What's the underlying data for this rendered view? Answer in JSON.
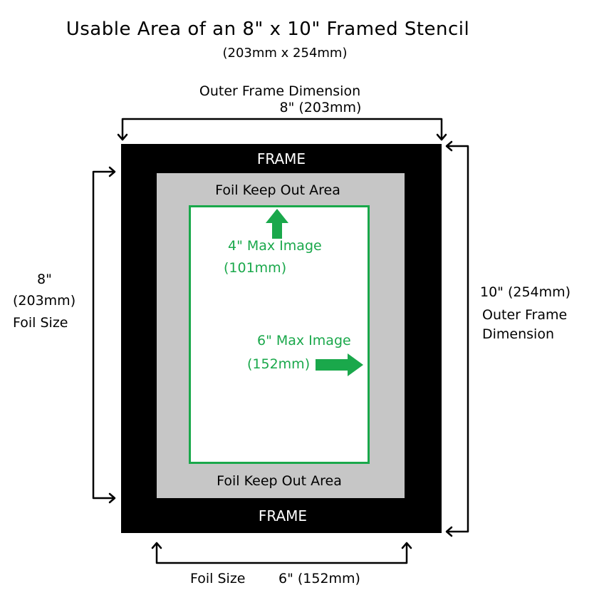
{
  "title": "Usable Area of an 8\" x 10\" Framed Stencil",
  "subtitle": "(203mm x 254mm)",
  "top_dimension": {
    "label": "Outer Frame Dimension",
    "value": "8\" (203mm)"
  },
  "frame_label_top": "FRAME",
  "frame_label_bottom": "FRAME",
  "keep_out_top": "Foil Keep Out Area",
  "keep_out_bottom": "Foil Keep Out Area",
  "max_image_height": {
    "line1": "4\" Max Image",
    "line2": "(101mm)"
  },
  "max_image_width": {
    "line1": "6\" Max Image",
    "line2": "(152mm)"
  },
  "left_dimension": {
    "line1": "8\"",
    "line2": "(203mm)",
    "line3": "Foil Size"
  },
  "right_dimension": {
    "line1": "10\" (254mm)",
    "line2": "Outer Frame",
    "line3": "Dimension"
  },
  "bottom_dimension": {
    "label": "Foil Size",
    "value": "6\" (152mm)"
  },
  "colors": {
    "frame": "#000000",
    "keep_out": "#c6c6c6",
    "image_area_border": "#1aa84b",
    "accent_text": "#1aa84b"
  }
}
